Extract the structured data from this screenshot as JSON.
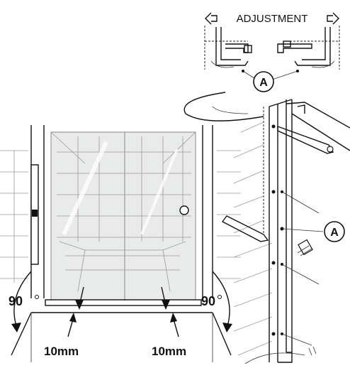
{
  "labels": {
    "adjustment": "ADJUSTMENT",
    "callout_a_top": "A",
    "callout_a_side": "A",
    "angle_left": "90",
    "angle_right": "90",
    "gap_left": "10mm",
    "gap_right": "10mm"
  },
  "colors": {
    "line": "#111111",
    "glass": "#e9eaea",
    "tile": "#9a9a9a"
  }
}
